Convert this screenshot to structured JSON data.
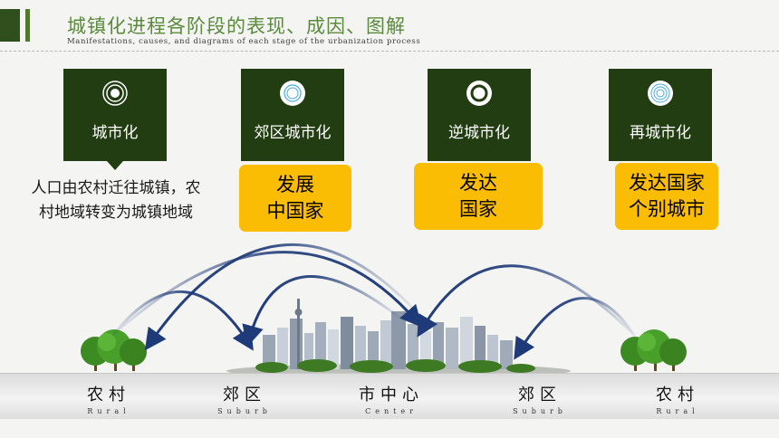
{
  "header": {
    "title": "城镇化进程各阶段的表现、成因、图解",
    "subtitle": "Manifestations, causes, and diagrams of each stage of the urbanization process"
  },
  "stages": [
    {
      "label": "城市化",
      "icon": "target-rings-icon"
    },
    {
      "label": "郊区城市化",
      "icon": "concentric-circles-icon"
    },
    {
      "label": "逆城市化",
      "icon": "ring-icon"
    },
    {
      "label": "再城市化",
      "icon": "ripple-circles-icon"
    }
  ],
  "description": {
    "line1": "人口由农村迁往城镇，农",
    "line2": "村地域转变为城镇地域"
  },
  "boxes": [
    {
      "line1": "发展",
      "line2": "中国家"
    },
    {
      "line1": "发达",
      "line2": "国家"
    },
    {
      "line1": "发达国家",
      "line2": "个别城市"
    }
  ],
  "places": [
    {
      "cn": "农村",
      "en": "Rural"
    },
    {
      "cn": "郊区",
      "en": "Suburb"
    },
    {
      "cn": "市中心",
      "en": "Center"
    },
    {
      "cn": "郊区",
      "en": "Suburb"
    },
    {
      "cn": "农村",
      "en": "Rural"
    }
  ],
  "colors": {
    "stage_bg": "#233d12",
    "box_bg": "#fbbc04",
    "title": "#5a8a3c",
    "arrow": "#1e3a78"
  }
}
